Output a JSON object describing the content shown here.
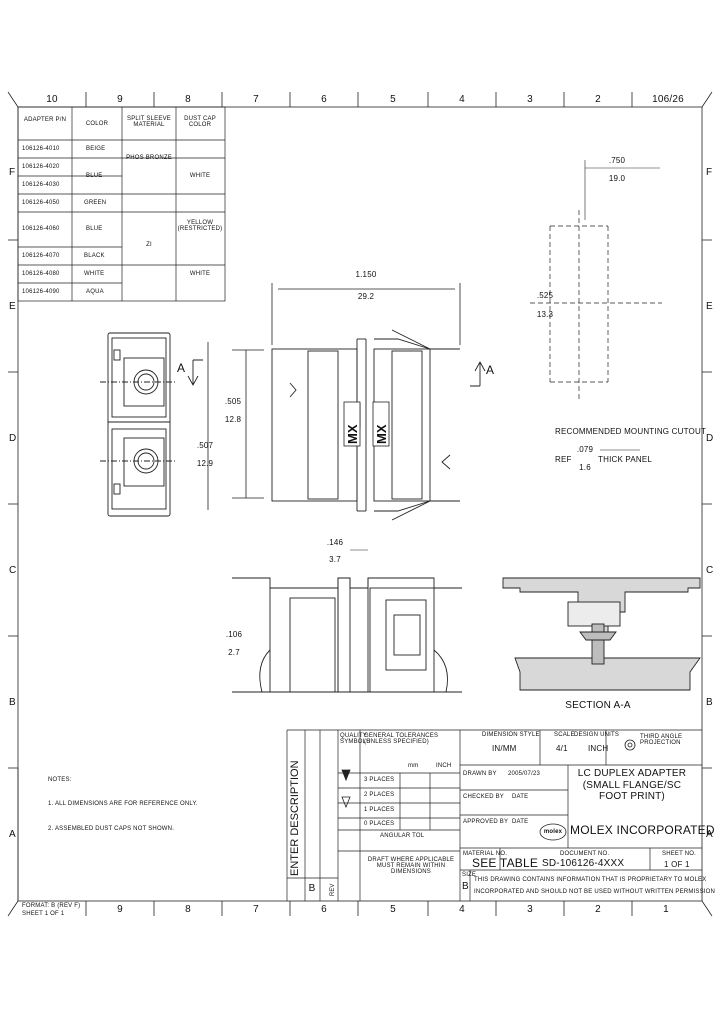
{
  "frame": {
    "top_zones": [
      "10",
      "9",
      "8",
      "7",
      "6",
      "5",
      "4",
      "3",
      "2",
      "106/26"
    ],
    "bottom_zones": [
      "9",
      "8",
      "7",
      "6",
      "5",
      "4",
      "3",
      "2",
      "1"
    ],
    "left_zones": [
      "F",
      "E",
      "D",
      "C",
      "B",
      "A"
    ]
  },
  "adapter_table": {
    "headers": [
      "ADAPTER P/N",
      "COLOR",
      "SPLIT SLEEVE MATERIAL",
      "DUST CAP COLOR"
    ],
    "rows": [
      {
        "pn": "106126-4010",
        "color": "BEIGE"
      },
      {
        "pn": "106126-4020",
        "color": ""
      },
      {
        "pn": "106126-4030",
        "color": "BLUE"
      },
      {
        "pn": "106126-4050",
        "color": "GREEN"
      },
      {
        "pn": "106126-4060",
        "color": "BLUE"
      },
      {
        "pn": "106126-4070",
        "color": "BLACK"
      },
      {
        "pn": "106126-4080",
        "color": "WHITE"
      },
      {
        "pn": "106126-4090",
        "color": "AQUA"
      }
    ],
    "sleeve_top": "PHOS BRONZE",
    "sleeve_bottom": "ZI",
    "cap_top": "WHITE",
    "cap_mid": "YELLOW (RESTRICTED)",
    "cap_bottom": "WHITE"
  },
  "dims": {
    "top_in": ".750",
    "top_mm": "19.0",
    "overall_in": "1.150",
    "overall_mm": "29.2",
    "height_in": ".505",
    "height_mm": "12.8",
    "width_in": ".507",
    "width_mm": "12.9",
    "flange_in": ".146",
    "flange_mm": "3.7",
    "thick_in": ".106",
    "thick_mm": "2.7",
    "cutout_in": ".525",
    "cutout_mm": "13.3",
    "panel_in": ".079",
    "panel_mm": "1.6",
    "panel_ref": "REF"
  },
  "labels": {
    "section_a_left": "A",
    "section_a_right": "A",
    "brand_mark_1": "MX",
    "brand_mark_2": "MX",
    "mounting_cutout": "RECOMMENDED MOUNTING CUTOUT",
    "thick_panel": "THICK PANEL",
    "section_view": "SECTION A-A",
    "notes_title": "NOTES:",
    "note_1": "1. ALL DIMENSIONS ARE FOR REFERENCE ONLY.",
    "note_2": "2. ASSEMBLED DUST CAPS NOT SHOWN."
  },
  "title_block": {
    "tolerance_title": "GENERAL TOLERANCES (UNLESS SPECIFIED)",
    "mm": "mm",
    "inch": "INCH",
    "tol_rows": [
      "3 PLACES",
      "2 PLACES",
      "1 PLACES",
      "0 PLACES",
      "ANGULAR TOL"
    ],
    "quality_symbols": "QUALITY SYMBOLS",
    "drafting_note": "DRAFT WHERE APPLICABLE MUST REMAIN WITHIN DIMENSIONS",
    "dim_style_label": "DIMENSION STYLE",
    "dim_style": "IN/MM",
    "scale_label": "SCALE",
    "scale": "4/1",
    "design_units_label": "DESIGN UNITS",
    "design_units": "INCH",
    "projection": "THIRD ANGLE PROJECTION",
    "drawn_label": "DRAWN BY",
    "drawn_date": "2005/07/23",
    "checked_label": "CHECKED BY",
    "checked_date": "DATE",
    "approved_label": "APPROVED BY",
    "approved_date": "DATE",
    "title": "LC DUPLEX ADAPTER (SMALL FLANGE/SC FOOT PRINT)",
    "company": "MOLEX INCORPORATED",
    "logo": "molex",
    "material_label": "MATERIAL NO.",
    "material": "SEE TABLE",
    "doc_label": "DOCUMENT NO.",
    "doc": "SD-106126-4XXX",
    "sheet_label": "SHEET NO.",
    "sheet": "1 OF 1",
    "size_label": "SIZE",
    "size": "B",
    "proprietary_1": "THIS DRAWING CONTAINS INFORMATION THAT IS PROPRIETARY TO MOLEX",
    "proprietary_2": "INCORPORATED AND SHOULD NOT BE USED WITHOUT WRITTEN PERMISSION",
    "rev_label": "REV",
    "rev": "B",
    "enter_description": "ENTER DESCRIPTION"
  },
  "footer": {
    "line1": "FORMAT: B (REV F)",
    "line2": "SHEET 1 OF 1"
  }
}
